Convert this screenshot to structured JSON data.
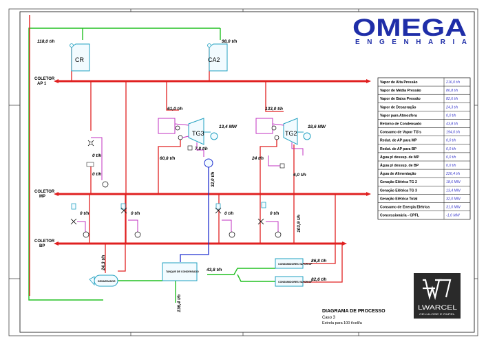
{
  "brand": {
    "omega_title": "OMEGA",
    "omega_subtitle": "ENGENHARIA",
    "lwarcel_name": "LWARCEL",
    "lwarcel_sub": "CELULOSE E PAPEL"
  },
  "title_block": {
    "line1": "DIAGRAMA DE PROCESSO",
    "line2": "Caso 3",
    "line3": "Estrela para 100 t/cell/a"
  },
  "equipment": {
    "cr": "CR",
    "ca2": "CA2",
    "tg3": "TG3",
    "tg2": "TG2",
    "deaerator": "DESAERADOR",
    "condensate_tank": "TANQUE DE CONDENSADO",
    "consumer_mp": "CONSUMIDORES VAPOR MP",
    "consumer_bp": "CONSUMIDORES VAPOR BP"
  },
  "headers": {
    "ap1": "COLETOR",
    "ap2": "AP 1",
    "mp1": "COLETOR",
    "mp2": "MP",
    "bp1": "COLETOR",
    "bp2": "BP"
  },
  "flows": {
    "cr_out": "118,0 t/h",
    "ca2_out": "98,0 t/h",
    "tg3_in": "61,0 t/h",
    "tg3_power": "13,4 MW",
    "tg3_mp": "7,8 t/h",
    "tg3_cond": "60,8 t/h",
    "tg2_in": "133,0 t/h",
    "tg2_power": "18,6 MW",
    "tg2_cond": "24 t/h",
    "tg2_bp": "6,0 t/h",
    "red_ap_mp_a": "0 t/h",
    "red_ap_mp_b": "0 t/h",
    "cond_vert": "32,0 t/h",
    "bp_vert": "103,9 t/h",
    "mp_red_a": "0 t/h",
    "mp_red_b": "0 t/h",
    "mp_red_c": "0 t/h",
    "mp_red_d": "0 t/h",
    "deaer_in": "24,3 t/h",
    "cond_return": "43,8 t/h",
    "makeup": "136,4 t/h",
    "cons_mp": "86,8 t/h",
    "cons_bp": "82,6 t/h"
  },
  "summary_table": [
    {
      "label": "Vapor de Alta Pressão",
      "value": "216,0 t/h"
    },
    {
      "label": "Vapor de Média Pressão",
      "value": "86,8 t/h"
    },
    {
      "label": "Vapor de Baixa Pressão",
      "value": "82,6 t/h"
    },
    {
      "label": "Vapor de Desaeração",
      "value": "24,3 t/h"
    },
    {
      "label": "Vapor para Atmosfera",
      "value": "0,0 t/h"
    },
    {
      "label": "Retorno de Condensado",
      "value": "43,8 t/h"
    },
    {
      "label": "Consumo de Vapor TG's",
      "value": "194,0 t/h"
    },
    {
      "label": "Redut. de AP para MP",
      "value": "0,0 t/h"
    },
    {
      "label": "Redut. de AP para BP",
      "value": "0,0 t/h"
    },
    {
      "label": "Água p/ dessup. de MP",
      "value": "0,0 t/h"
    },
    {
      "label": "Água p/ dessup. de BP",
      "value": "0,0 t/h"
    },
    {
      "label": "Água de Alimentação",
      "value": "226,4 t/h"
    },
    {
      "label": "Geração Elétrica TG 2",
      "value": "18,6 MW"
    },
    {
      "label": "Geração Elétrica TG 3",
      "value": "13,4 MW"
    },
    {
      "label": "Geração Elétrica Total",
      "value": "32,0 MW"
    },
    {
      "label": "Consumo de Energia Elétrica",
      "value": "31,0 MW"
    },
    {
      "label": "Concessionária - CPFL",
      "value": "-1,0 MW"
    }
  ]
}
